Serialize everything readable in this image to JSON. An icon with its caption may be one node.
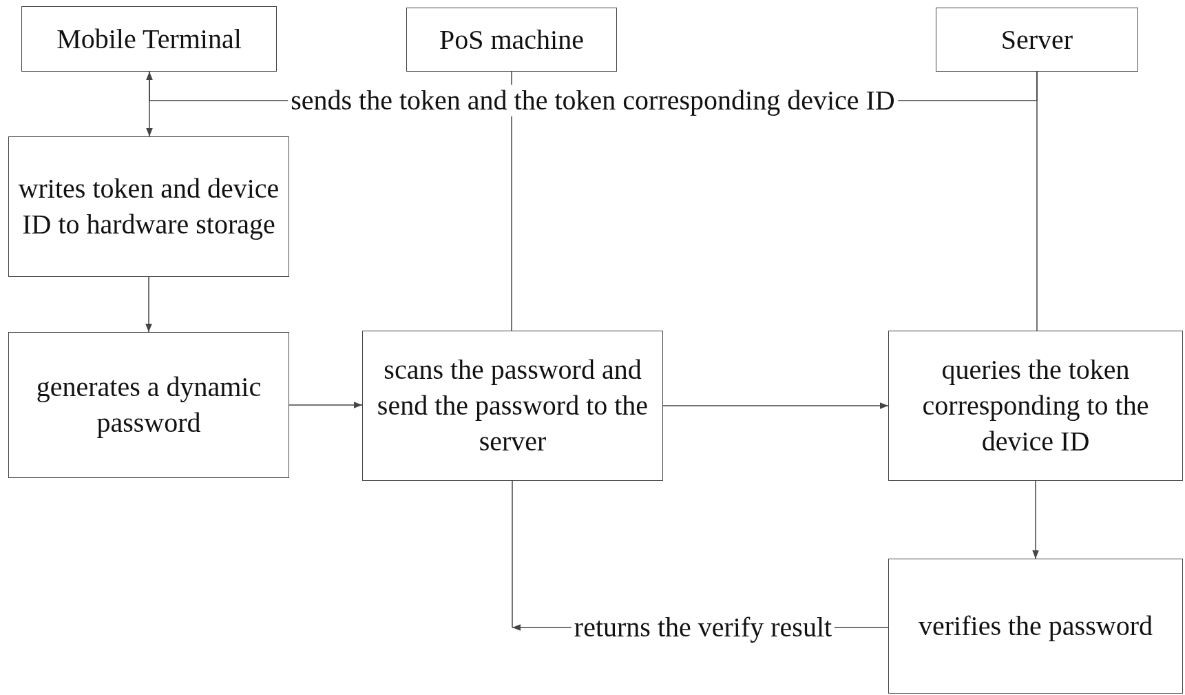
{
  "diagram": {
    "nodes": [
      {
        "text": [
          "Mobile Terminal"
        ]
      },
      {
        "text": [
          "PoS machine"
        ]
      },
      {
        "text": [
          "Server"
        ]
      },
      {
        "text": [
          "writes token and device ID to hardware storage"
        ]
      },
      {
        "text": [
          "generates a dynamic password"
        ]
      },
      {
        "text": [
          "scans the password and send the password to the server"
        ]
      },
      {
        "text": [
          "queries the token corresponding to the device ID"
        ]
      },
      {
        "text": [
          "verifies the password"
        ]
      }
    ],
    "edges": [
      {
        "from": 0,
        "to": 3,
        "arrow": "to"
      },
      {
        "from": 2,
        "to": 0,
        "arrow": "to",
        "label": "sends the token and the token corresponding device ID"
      },
      {
        "from": 1,
        "to": 5,
        "arrow": "none"
      },
      {
        "from": 2,
        "to": 6,
        "arrow": "none"
      },
      {
        "from": 3,
        "to": 4,
        "arrow": "to"
      },
      {
        "from": 4,
        "to": 5,
        "arrow": "to"
      },
      {
        "from": 5,
        "to": 6,
        "arrow": "to"
      },
      {
        "from": 6,
        "to": 7,
        "arrow": "to"
      },
      {
        "from": 5,
        "to": null,
        "arrow": "none"
      },
      {
        "from": 7,
        "to": null,
        "arrow": "to",
        "label": "returns the verify result"
      }
    ]
  }
}
